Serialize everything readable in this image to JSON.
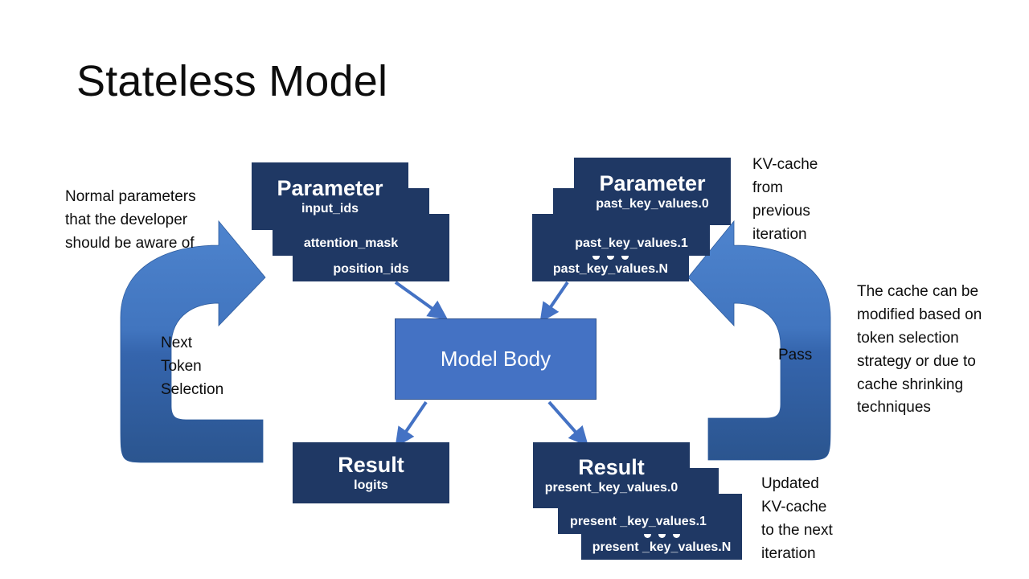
{
  "slide": {
    "title": "Stateless Model",
    "background_color": "#FFFFFF",
    "card_color": "#1F3864",
    "model_body_color": "#4472C4",
    "arrow_color_light": "#4A7EC8",
    "arrow_color_dark": "#2E5C9E",
    "connector_color": "#4472C4"
  },
  "notes": {
    "left_params": "Normal parameters\nthat the developer\nshould be aware of",
    "kv_cache_prev": "KV-cache\nfrom\nprevious\niteration",
    "cache_modified": "The cache can be\nmodified based on\ntoken selection\nstrategy or due to\ncache shrinking\ntechniques",
    "updated_kv_cache": "Updated\nKV-cache\nto the next\niteration"
  },
  "cycle_arrows": {
    "left_label": "Next\nToken\nSelection",
    "right_label": "Pass"
  },
  "model_body": {
    "label": "Model Body"
  },
  "param_stack_left": {
    "head": "Parameter",
    "cards": [
      {
        "text": "input_ids",
        "dots": false
      },
      {
        "text": "attention_mask",
        "dots": false
      },
      {
        "text": "position_ids",
        "dots": false
      }
    ]
  },
  "param_stack_right": {
    "head": "Parameter",
    "cards": [
      {
        "text": "past_key_values.0",
        "dots": false
      },
      {
        "text": "past_key_values.1",
        "dots": false
      },
      {
        "text": "past_key_values.N",
        "dots": true
      }
    ]
  },
  "result_left": {
    "head": "Result",
    "cards": [
      {
        "text": "logits",
        "dots": false
      }
    ]
  },
  "result_right": {
    "head": "Result",
    "cards": [
      {
        "text": "present_key_values.0",
        "dots": false
      },
      {
        "text": "present _key_values.1",
        "dots": false
      },
      {
        "text": "present _key_values.N",
        "dots": true
      }
    ]
  }
}
